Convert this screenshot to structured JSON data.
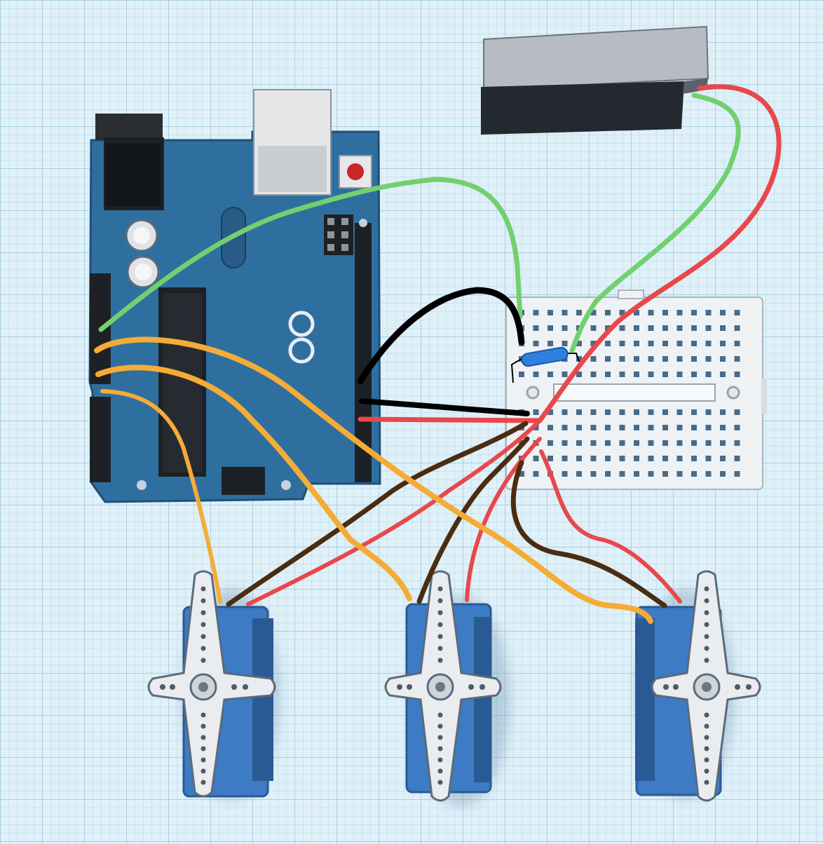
{
  "colors": {
    "background": "#dff0f8",
    "grid_minor": "#b4d7e8",
    "grid_major": "#86bcd6",
    "board_blue": "#2f6f9f",
    "board_dark": "#1f4f78",
    "header_black": "#1d2126",
    "usb_gray": "#c9cdd1",
    "reset_red": "#c9252b",
    "breadboard_white": "#eef2f5",
    "breadboard_hole": "#4a6b86",
    "servo_blue": "#3d7bc4",
    "servo_dark": "#2a5a94",
    "horn_white": "#eaecef",
    "battery_gray": "#b7bcc2",
    "battery_black": "#24292f",
    "resistor_blue": "#2f7fe0",
    "wire_green": "#72d06f",
    "wire_red": "#e8484c",
    "wire_black": "#000000",
    "wire_orange": "#f4ac36",
    "wire_brown": "#4a2c10"
  },
  "components": {
    "microcontroller": "arduino-board",
    "breadboard": "mini-breadboard",
    "power_source": "battery-pack",
    "actuators": [
      "servo-left",
      "servo-middle",
      "servo-right"
    ],
    "resistor": "resistor"
  }
}
